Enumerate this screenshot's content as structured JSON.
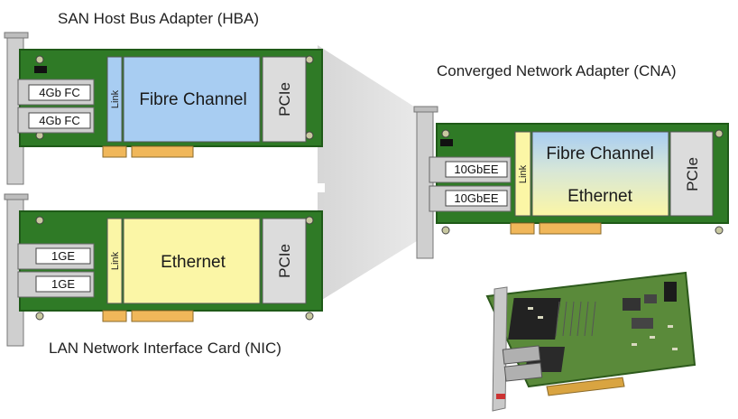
{
  "captions": {
    "hba": "SAN Host Bus Adapter (HBA)",
    "nic": "LAN Network Interface Card (NIC)",
    "cna": "Converged Network Adapter (CNA)"
  },
  "hba": {
    "ports": [
      "4Gb FC",
      "4Gb FC"
    ],
    "link": "Link",
    "function": "Fibre Channel",
    "bus": "PCIe"
  },
  "nic": {
    "ports": [
      "1GE",
      "1GE"
    ],
    "link": "Link",
    "function": "Ethernet",
    "bus": "PCIe"
  },
  "cna": {
    "ports": [
      "10GbEE",
      "10GbEE"
    ],
    "link": "Link",
    "function_1": "Fibre Channel",
    "function_2": "Ethernet",
    "bus": "PCIe"
  },
  "colors": {
    "board": "#2f7a26",
    "board_edge": "#1f5a18",
    "fibre_channel": "#a8cdf2",
    "ethernet": "#fbf6a6",
    "link": "#a8cdf2",
    "pcie": "#dcdcdc",
    "connector": "#f0b75a"
  }
}
